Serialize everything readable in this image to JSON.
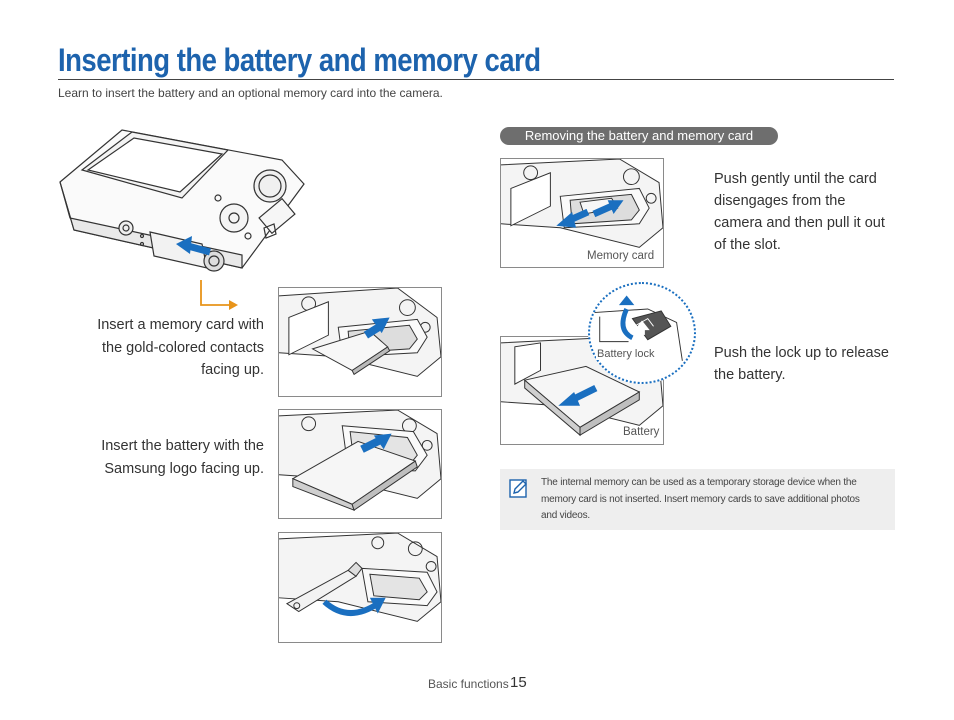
{
  "header": {
    "title": "Inserting the battery and memory card",
    "subtitle": "Learn to insert the battery and an optional memory card into the camera."
  },
  "insert": {
    "card_caption": "Insert a memory card with the gold-colored contacts facing up.",
    "battery_caption": "Insert the battery with the Samsung logo facing up."
  },
  "remove": {
    "heading": "Removing the battery and memory card",
    "card_caption": "Push gently until the card disengages from the camera and then pull it out of the slot.",
    "card_label": "Memory card",
    "lock_caption": "Push the lock up to release the battery.",
    "lock_label": "Battery lock",
    "battery_label": "Battery"
  },
  "note": {
    "icon": "note-pencil-icon",
    "text": "The internal memory can be used as a temporary storage device when the memory card is not inserted. Insert memory cards to save additional photos and videos."
  },
  "footer": {
    "section": "Basic functions",
    "page": "15"
  },
  "colors": {
    "accent": "#1d63ad",
    "arrow": "#1a6fc0",
    "pointer": "#e8941a",
    "pill": "#6e6e6e",
    "note_bg": "#eeeeee"
  }
}
